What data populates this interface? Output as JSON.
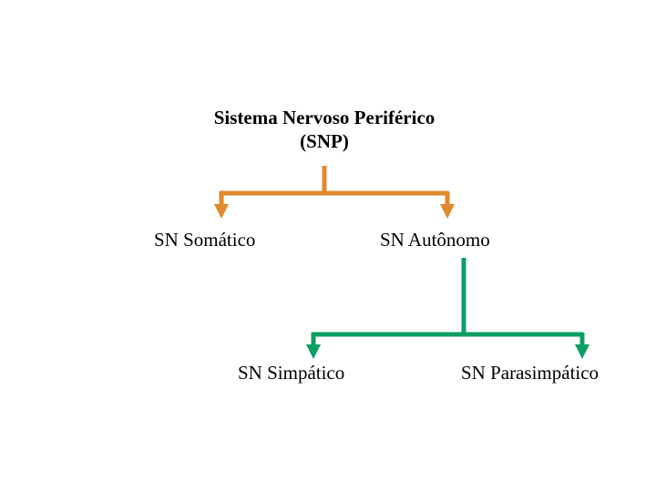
{
  "diagram": {
    "type": "flowchart",
    "background_color": "#ffffff",
    "title_node": {
      "line1": "Sistema Nervoso Periférico",
      "line2": "(SNP)"
    },
    "nodes": [
      {
        "id": "snp",
        "label": "Sistema Nervoso Periférico (SNP)",
        "bold": true
      },
      {
        "id": "somatico",
        "label": "SN Somático",
        "bold": false
      },
      {
        "id": "autonomo",
        "label": "SN Autônomo",
        "bold": false
      },
      {
        "id": "simpatico",
        "label": "SN Simpático",
        "bold": false
      },
      {
        "id": "parasimpatico",
        "label": "SN Parasimpático",
        "bold": false
      }
    ],
    "connectors": {
      "level1_color": "#e08a2e",
      "level2_color": "#0d9e63",
      "level1_from": "snp",
      "level1_to": [
        "somatico",
        "autonomo"
      ],
      "level2_from": "autonomo",
      "level2_to": [
        "simpatico",
        "parasimpatico"
      ]
    }
  }
}
